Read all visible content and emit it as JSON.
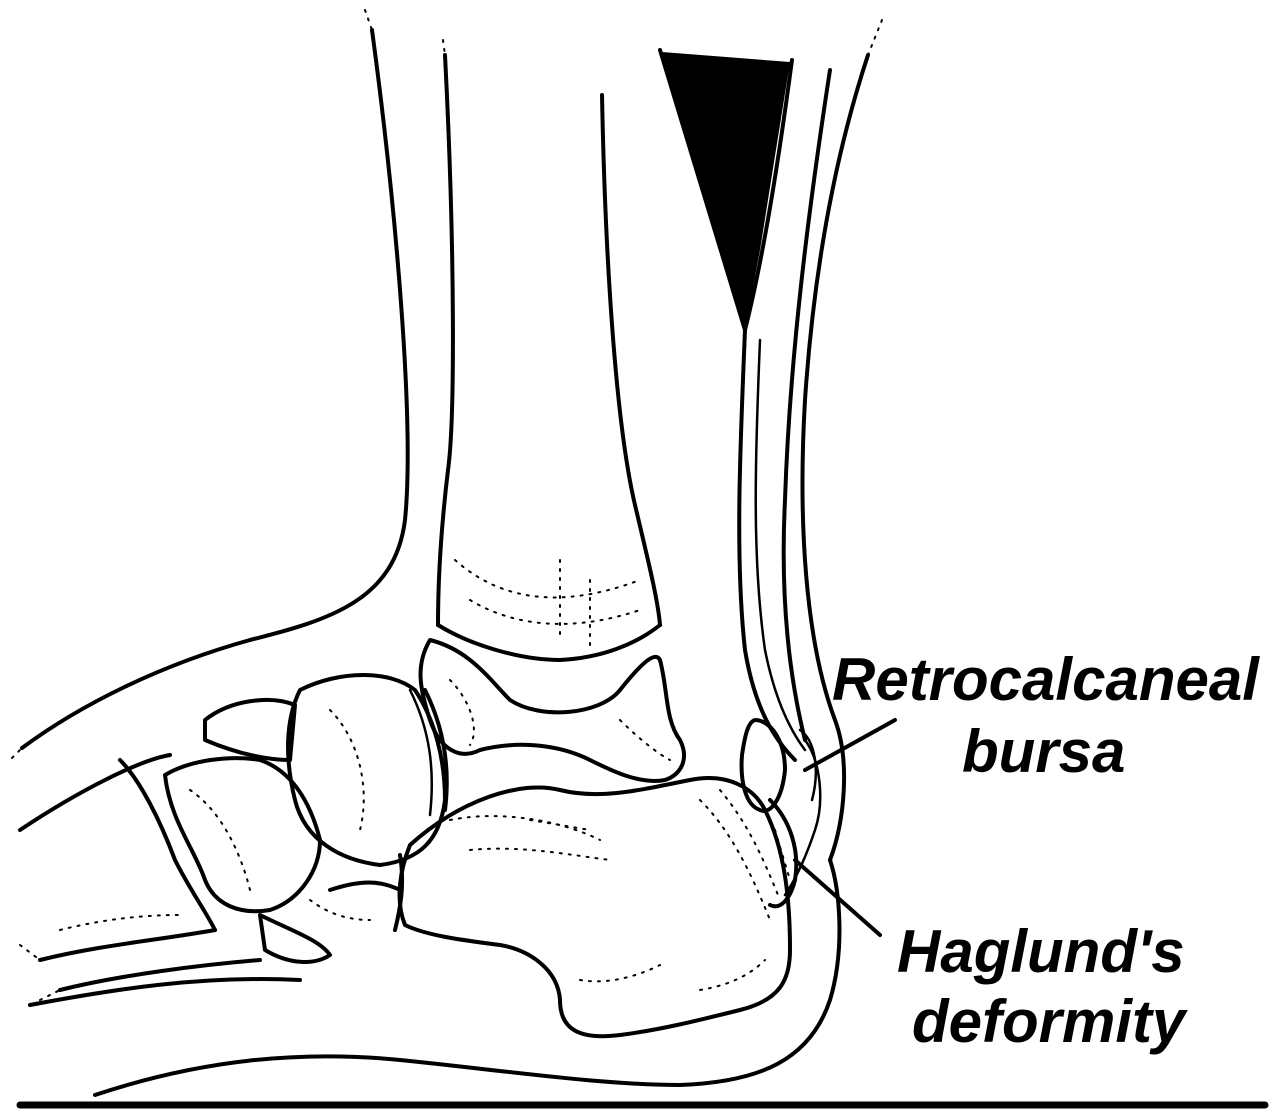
{
  "labels": {
    "retrocalcaneal_line1": "Retrocalcaneal",
    "retrocalcaneal_line2": "bursa",
    "haglund_line1": "Haglund's",
    "haglund_line2": "deformity"
  },
  "colors": {
    "ink": "#000000",
    "background": "#ffffff"
  }
}
